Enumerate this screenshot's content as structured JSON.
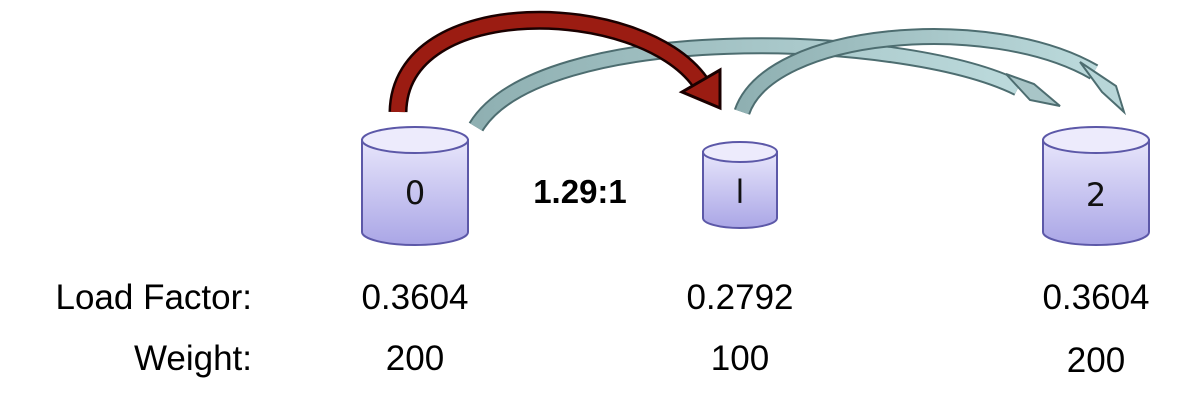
{
  "ratio_label": "1.29:1",
  "row_labels": {
    "load_factor": "Load Factor:",
    "weight": "Weight:"
  },
  "nodes": [
    {
      "id": "0",
      "load_factor": "0.3604",
      "weight": "200"
    },
    {
      "id": "l",
      "load_factor": "0.2792",
      "weight": "100"
    },
    {
      "id": "2",
      "load_factor": "0.3604",
      "weight": "200"
    }
  ],
  "colors": {
    "red_arrow": "#9b1c12",
    "teal_arrow": "#9eb9bb",
    "drum_top": "#ece9fb",
    "drum_body": "#b3b0e8",
    "drum_stroke": "#5c58a8"
  },
  "arrows": [
    {
      "from": "0",
      "to": "l",
      "color": "red"
    },
    {
      "from": "0",
      "to": "2",
      "color": "teal"
    },
    {
      "from": "l",
      "to": "2",
      "color": "teal"
    }
  ]
}
